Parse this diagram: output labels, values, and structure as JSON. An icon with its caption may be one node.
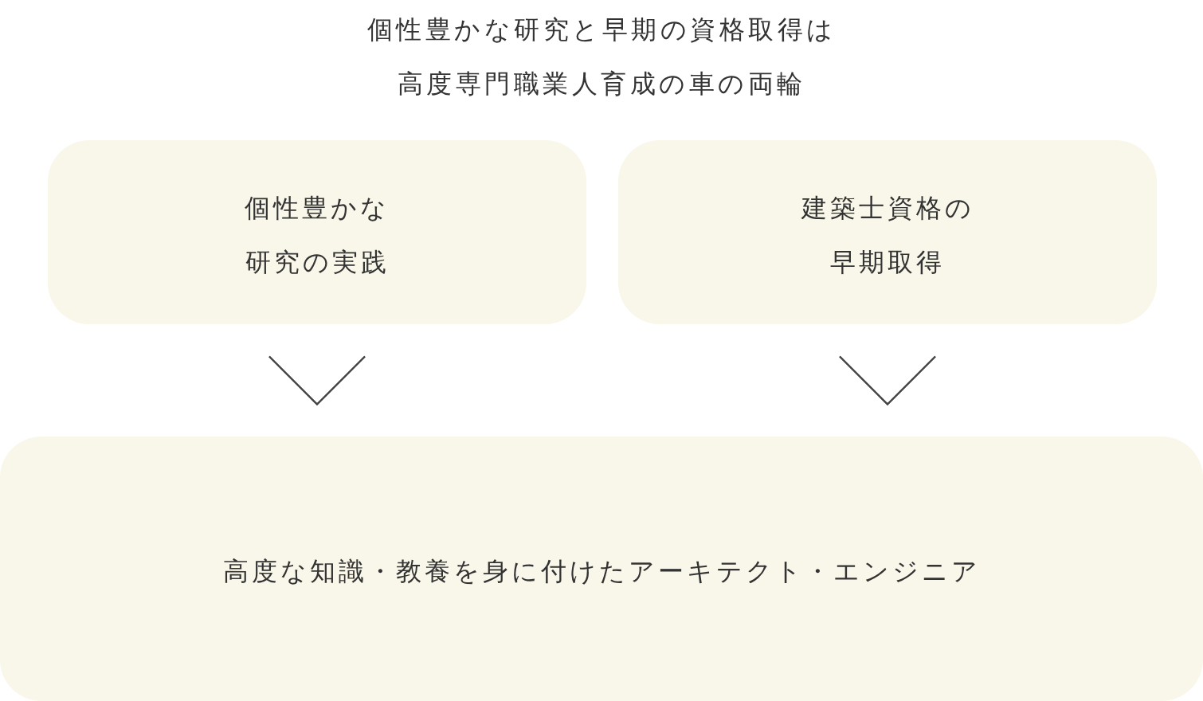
{
  "diagram": {
    "title": "個性豊かな研究と早期の資格取得は高度専門職業人育成の車の両輪",
    "nodes": [
      {
        "text": [
          "個性豊かな研究の実践"
        ]
      },
      {
        "text": [
          "建築士資格の早期取得"
        ]
      },
      {
        "text": [
          "高度な知識・教養を身に付けたアーキテクト・エンジニア"
        ]
      }
    ],
    "edges": [
      {
        "from": 0,
        "to": 2,
        "arrow": "to"
      },
      {
        "from": 1,
        "to": 2,
        "arrow": "to"
      }
    ]
  }
}
